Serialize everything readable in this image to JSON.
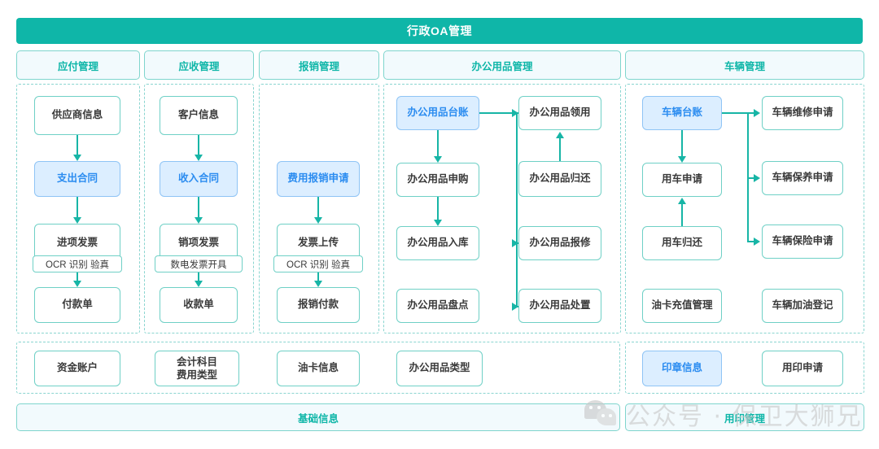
{
  "header": {
    "title": "行政OA管理"
  },
  "tabs": [
    {
      "label": "应付管理"
    },
    {
      "label": "应收管理"
    },
    {
      "label": "报销管理"
    },
    {
      "label": "办公用品管理"
    },
    {
      "label": "车辆管理"
    }
  ],
  "columns": {
    "payable": {
      "nodes": [
        {
          "label": "供应商信息",
          "highlight": false
        },
        {
          "label": "支出合同",
          "highlight": true
        },
        {
          "label": "进项发票",
          "highlight": false
        },
        {
          "label": "付款单",
          "highlight": false
        }
      ],
      "strip": "OCR 识别 验真"
    },
    "receivable": {
      "nodes": [
        {
          "label": "客户信息",
          "highlight": false
        },
        {
          "label": "收入合同",
          "highlight": true
        },
        {
          "label": "销项发票",
          "highlight": false
        },
        {
          "label": "收款单",
          "highlight": false
        }
      ],
      "strip": "数电发票开具"
    },
    "reimbursement": {
      "nodes": [
        {
          "label": "费用报销申请",
          "highlight": true
        },
        {
          "label": "发票上传",
          "highlight": false
        },
        {
          "label": "报销付款",
          "highlight": false
        }
      ],
      "strip": "OCR 识别 验真"
    },
    "office_supplies": {
      "left_nodes": [
        {
          "label": "办公用品台账",
          "highlight": true
        },
        {
          "label": "办公用品申购",
          "highlight": false
        },
        {
          "label": "办公用品入库",
          "highlight": false
        },
        {
          "label": "办公用品盘点",
          "highlight": false
        }
      ],
      "right_nodes": [
        {
          "label": "办公用品领用",
          "highlight": false
        },
        {
          "label": "办公用品归还",
          "highlight": false
        },
        {
          "label": "办公用品报修",
          "highlight": false
        },
        {
          "label": "办公用品处置",
          "highlight": false
        }
      ]
    },
    "vehicle": {
      "left_nodes": [
        {
          "label": "车辆台账",
          "highlight": true
        },
        {
          "label": "用车申请",
          "highlight": false
        },
        {
          "label": "用车归还",
          "highlight": false
        },
        {
          "label": "油卡充值管理",
          "highlight": false
        }
      ],
      "right_nodes": [
        {
          "label": "车辆维修申请",
          "highlight": false
        },
        {
          "label": "车辆保养申请",
          "highlight": false
        },
        {
          "label": "车辆保险申请",
          "highlight": false
        },
        {
          "label": "车辆加油登记",
          "highlight": false
        }
      ]
    }
  },
  "base_info": {
    "nodes": [
      {
        "label": "资金账户",
        "highlight": false
      },
      {
        "label": "会计科目\n费用类型",
        "highlight": false,
        "line1": "会计科目",
        "line2": "费用类型"
      },
      {
        "label": "油卡信息",
        "highlight": false
      },
      {
        "label": "办公用品类型",
        "highlight": false
      }
    ],
    "seal_nodes": [
      {
        "label": "印章信息",
        "highlight": true
      },
      {
        "label": "用印申请",
        "highlight": false
      }
    ]
  },
  "footers": [
    {
      "label": "基础信息"
    },
    {
      "label": "用印管理"
    }
  ],
  "watermark": {
    "text": "公众号 · 保卫大狮兄"
  },
  "colors": {
    "header_teal": "#0fb6a8",
    "tab_bg": "#f2fafd",
    "tab_border": "#7fd5cd",
    "node_border": "#6fd0c6",
    "node_text": "#3a3a3a",
    "highlight_bg": "#dceeff",
    "highlight_border": "#8fc4f5",
    "highlight_text": "#2b8cf0",
    "arrow": "#17b5a6",
    "panel_dash": "#8ad5d0",
    "watermark_gray": "#c9c9c9"
  }
}
